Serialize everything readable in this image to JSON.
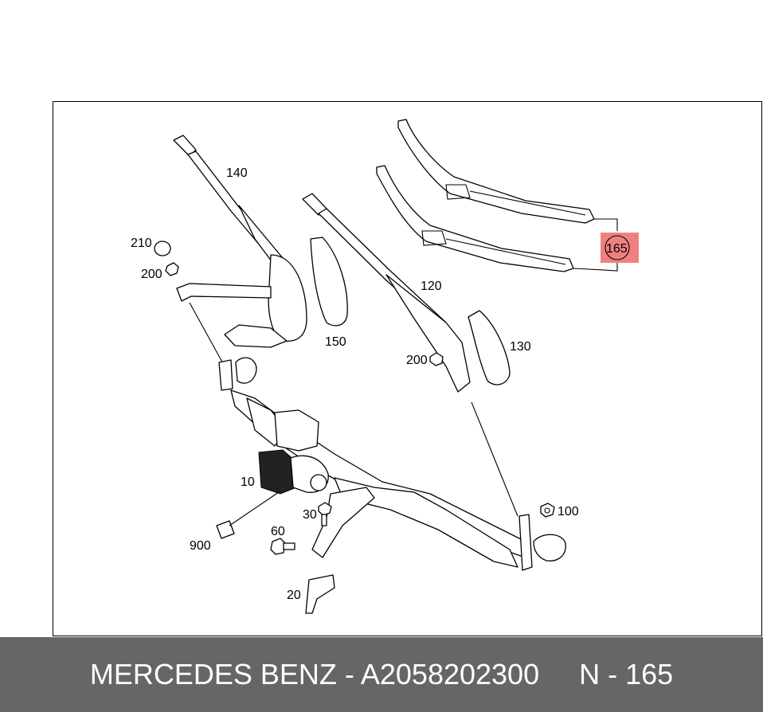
{
  "diagram": {
    "callouts": {
      "p140": "140",
      "p210": "210",
      "p200a": "200",
      "p150": "150",
      "p120": "120",
      "p200b": "200",
      "p130": "130",
      "p165": "165",
      "p10": "10",
      "p30": "30",
      "p100": "100",
      "p60": "60",
      "p900": "900",
      "p20": "20"
    },
    "highlight_color": "#f08080"
  },
  "footer": {
    "brand": "MERCEDES BENZ - A2058202300",
    "position": "N - 165",
    "background": "#666666"
  }
}
